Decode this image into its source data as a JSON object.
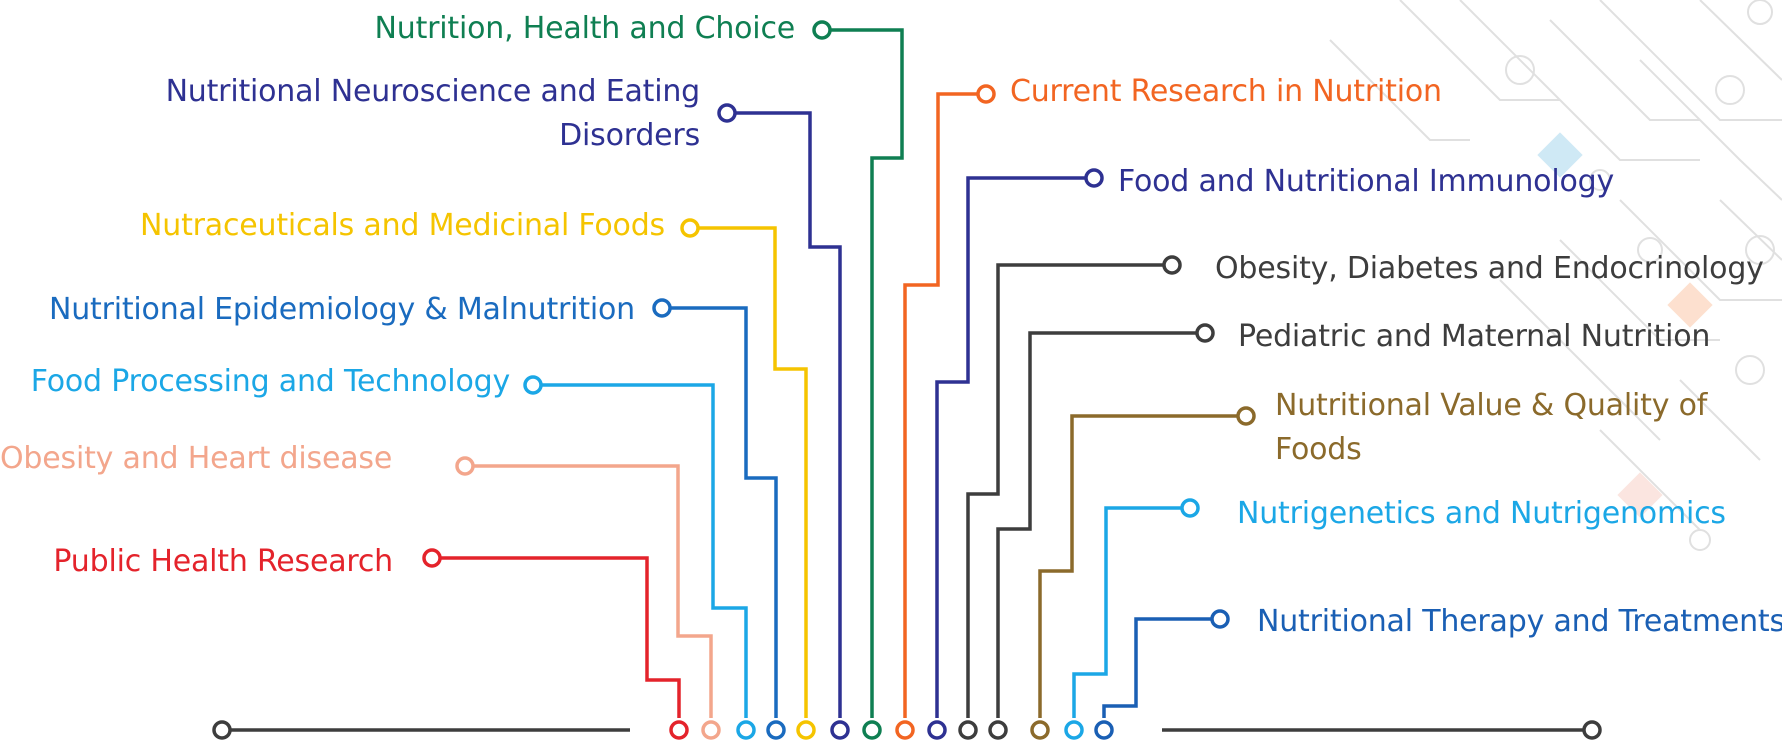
{
  "topics_left": [
    {
      "id": "nutrition-health-choice",
      "label": "Nutrition, Health and Choice",
      "color": "#0f7f52"
    },
    {
      "id": "neuroscience-eating",
      "label": "Nutritional Neuroscience and Eating Disorders",
      "color": "#2e3192"
    },
    {
      "id": "nutraceuticals",
      "label": "Nutraceuticals and Medicinal Foods",
      "color": "#f5c400"
    },
    {
      "id": "epidemiology",
      "label": "Nutritional Epidemiology & Malnutrition",
      "color": "#1a6bbf"
    },
    {
      "id": "food-processing",
      "label": "Food Processing and Technology",
      "color": "#1ba7e6"
    },
    {
      "id": "obesity-heart",
      "label": "Obesity and Heart disease",
      "color": "#f3a68c"
    },
    {
      "id": "public-health",
      "label": "Public Health Research",
      "color": "#e4232b"
    }
  ],
  "topics_right": [
    {
      "id": "current-research",
      "label": "Current Research in Nutrition",
      "color": "#f26522"
    },
    {
      "id": "immunology",
      "label": "Food and Nutritional Immunology",
      "color": "#2e3192"
    },
    {
      "id": "obesity-diabetes",
      "label": "Obesity, Diabetes and Endocrinology",
      "color": "#3d3d3d"
    },
    {
      "id": "pediatric",
      "label": "Pediatric and Maternal Nutrition",
      "color": "#3d3d3d"
    },
    {
      "id": "nutritional-value",
      "label": "Nutritional Value & Quality of Foods",
      "color": "#8b6a2b"
    },
    {
      "id": "nutrigenetics",
      "label": "Nutrigenetics and Nutrigenomics",
      "color": "#1ba7e6"
    },
    {
      "id": "therapy",
      "label": "Nutritional Therapy and Treatments",
      "color": "#1a5fb4"
    }
  ],
  "baseline_color": "#3d3d3d"
}
